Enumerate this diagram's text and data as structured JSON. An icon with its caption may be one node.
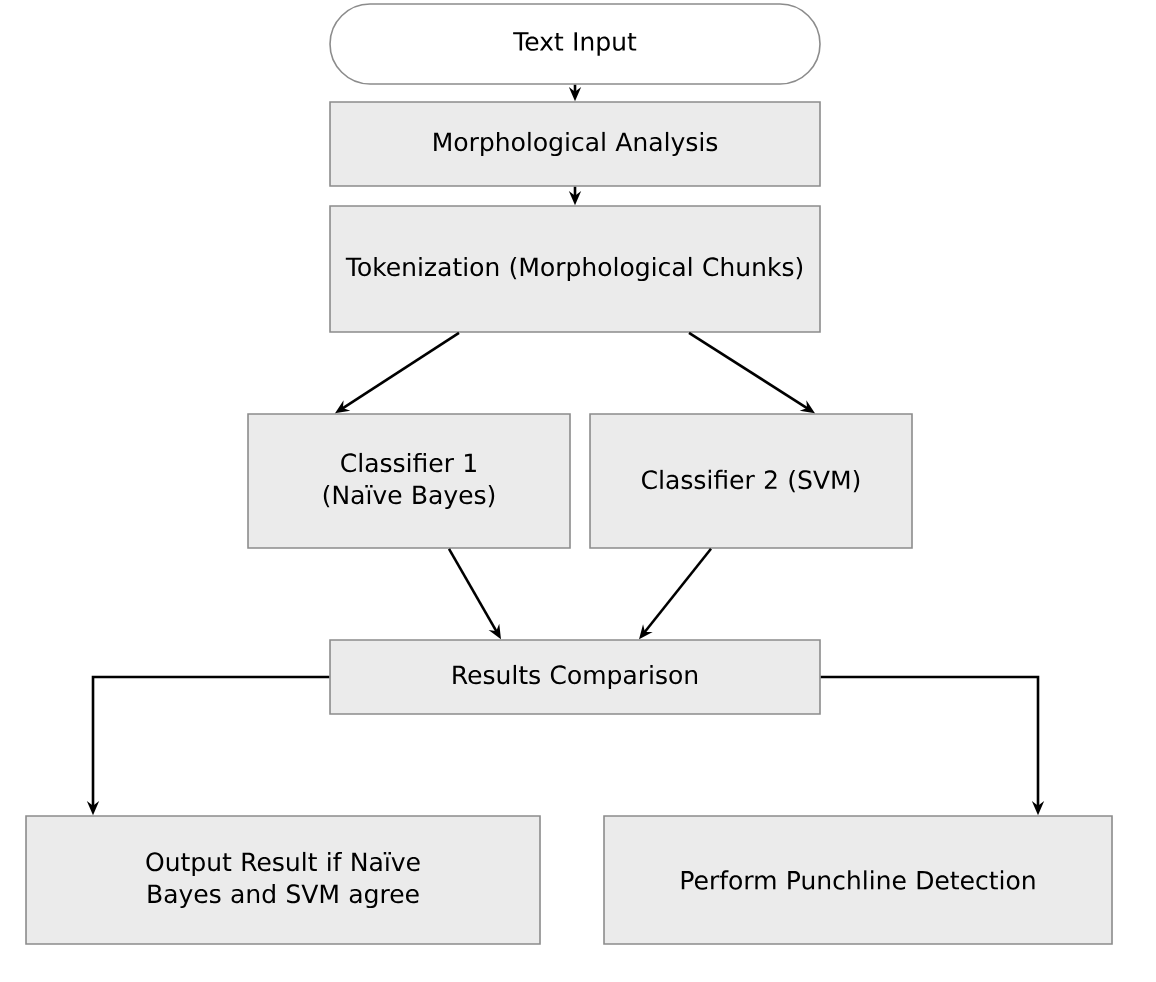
{
  "diagram": {
    "nodes": [
      {
        "text": [
          "Text Input"
        ]
      },
      {
        "text": [
          "Morphological Analysis"
        ]
      },
      {
        "text": [
          "Tokenization (Morphological Chunks)"
        ]
      },
      {
        "text": [
          "Classifier 1 (Naïve Bayes)"
        ]
      },
      {
        "text": [
          "Classifier 2 (SVM)"
        ]
      },
      {
        "text": [
          "Results Comparison"
        ]
      },
      {
        "text": [
          "Output Result if Naïve Bayes and SVM agree"
        ]
      },
      {
        "text": [
          "Perform Punchline Detection"
        ]
      }
    ],
    "edges": [
      {
        "from": 0,
        "to": 1,
        "arrow": "to"
      },
      {
        "from": 1,
        "to": 2,
        "arrow": "to"
      },
      {
        "from": 2,
        "to": 3,
        "arrow": "to"
      },
      {
        "from": 2,
        "to": 4,
        "arrow": "to"
      },
      {
        "from": 3,
        "to": 5,
        "arrow": "to"
      },
      {
        "from": 4,
        "to": 5,
        "arrow": "to"
      },
      {
        "from": 5,
        "to": 6,
        "arrow": "to"
      },
      {
        "from": 5,
        "to": 7,
        "arrow": "to"
      }
    ]
  }
}
